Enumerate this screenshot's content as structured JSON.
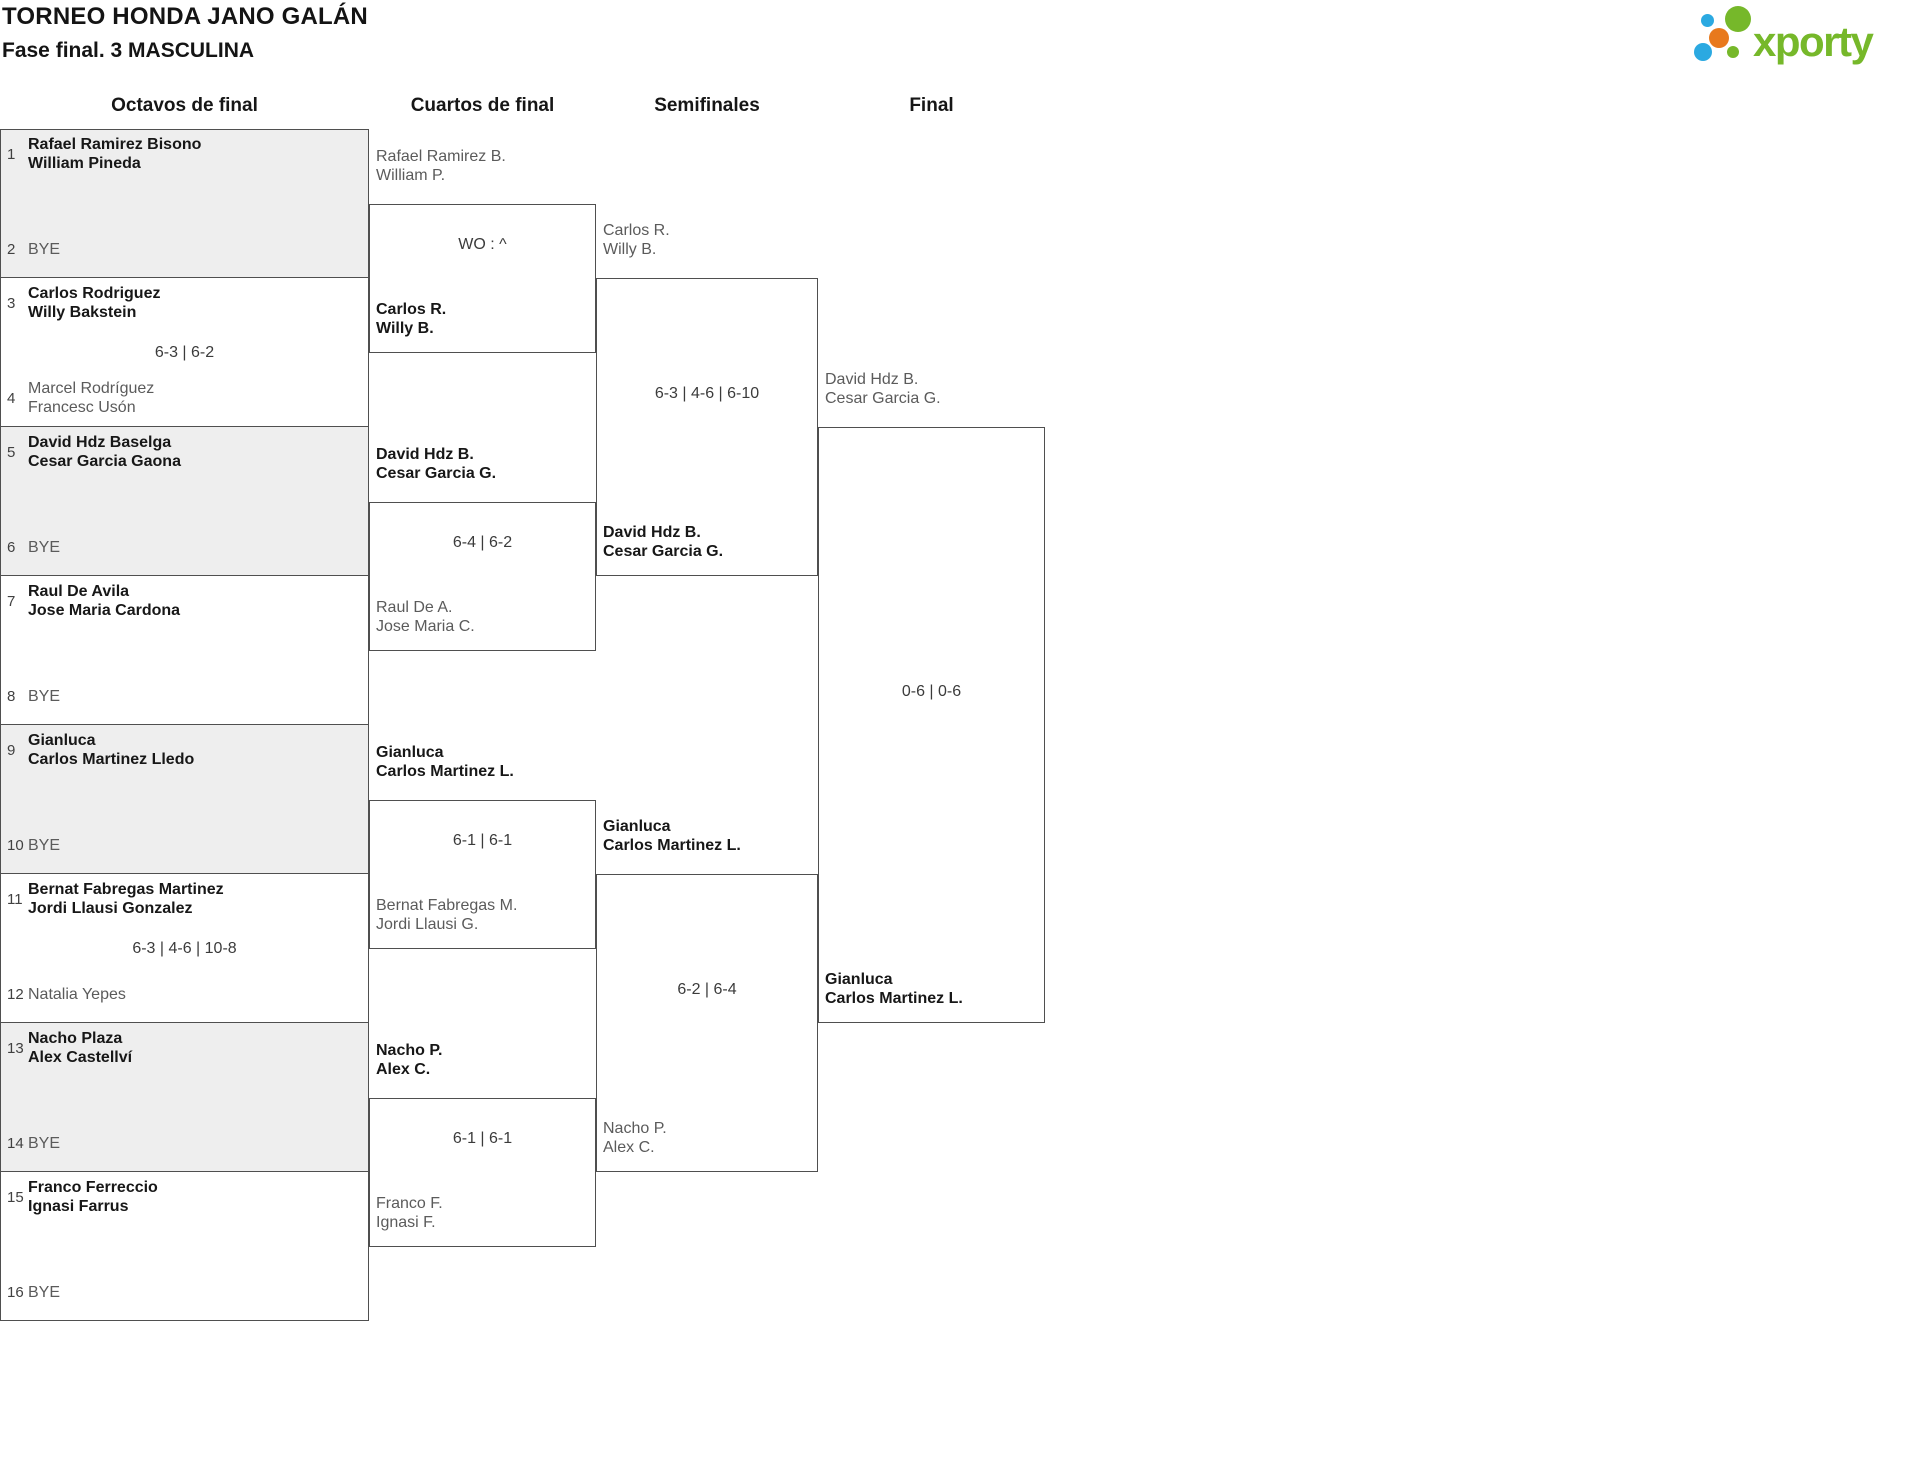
{
  "header": {
    "title": "TORNEO HONDA JANO GALÁN",
    "subtitle": "Fase final. 3 MASCULINA"
  },
  "logo": {
    "text": "xporty",
    "colors": {
      "green": "#76b82a",
      "blue": "#2ba9e1",
      "orange": "#e8791d"
    }
  },
  "rounds": {
    "headers": [
      "Octavos de final",
      "Cuartos de final",
      "Semifinales",
      "Final"
    ]
  },
  "octavos": [
    {
      "top_seed": "1",
      "top": {
        "line1": "Rafael Ramirez Bisono",
        "line2": "William Pineda"
      },
      "bottom_seed": "2",
      "bottom": {
        "line1": "BYE"
      },
      "score": "",
      "winner": "top"
    },
    {
      "top_seed": "3",
      "top": {
        "line1": "Carlos Rodriguez",
        "line2": "Willy Bakstein"
      },
      "bottom_seed": "4",
      "bottom": {
        "line1": "Marcel Rodríguez",
        "line2": "Francesc Usón"
      },
      "score": "6-3 | 6-2",
      "winner": "top"
    },
    {
      "top_seed": "5",
      "top": {
        "line1": "David Hdz Baselga",
        "line2": "Cesar Garcia Gaona"
      },
      "bottom_seed": "6",
      "bottom": {
        "line1": "BYE"
      },
      "score": "",
      "winner": "top"
    },
    {
      "top_seed": "7",
      "top": {
        "line1": "Raul De Avila",
        "line2": "Jose Maria Cardona"
      },
      "bottom_seed": "8",
      "bottom": {
        "line1": "BYE"
      },
      "score": "",
      "winner": "top"
    },
    {
      "top_seed": "9",
      "top": {
        "line1": "Gianluca",
        "line2": "Carlos Martinez Lledo"
      },
      "bottom_seed": "10",
      "bottom": {
        "line1": "BYE"
      },
      "score": "",
      "winner": "top"
    },
    {
      "top_seed": "11",
      "top": {
        "line1": "Bernat Fabregas Martinez",
        "line2": "Jordi Llausi Gonzalez"
      },
      "bottom_seed": "12",
      "bottom": {
        "line1": "Natalia Yepes"
      },
      "score": "6-3 | 4-6 | 10-8",
      "winner": "top"
    },
    {
      "top_seed": "13",
      "top": {
        "line1": "Nacho Plaza",
        "line2": "Alex Castellví"
      },
      "bottom_seed": "14",
      "bottom": {
        "line1": "BYE"
      },
      "score": "",
      "winner": "top"
    },
    {
      "top_seed": "15",
      "top": {
        "line1": "Franco Ferreccio",
        "line2": "Ignasi Farrus"
      },
      "bottom_seed": "16",
      "bottom": {
        "line1": "BYE"
      },
      "score": "",
      "winner": "top"
    }
  ],
  "cuartos": [
    {
      "top": {
        "line1": "Rafael Ramirez B.",
        "line2": "William P."
      },
      "bottom": {
        "line1": "Carlos R.",
        "line2": "Willy B."
      },
      "score": "WO : ^",
      "winner": "bottom"
    },
    {
      "top": {
        "line1": "David Hdz B.",
        "line2": "Cesar Garcia G."
      },
      "bottom": {
        "line1": "Raul De A.",
        "line2": "Jose Maria C."
      },
      "score": "6-4 | 6-2",
      "winner": "top"
    },
    {
      "top": {
        "line1": "Gianluca",
        "line2": "Carlos Martinez L."
      },
      "bottom": {
        "line1": "Bernat Fabregas M.",
        "line2": "Jordi Llausi G."
      },
      "score": "6-1 | 6-1",
      "winner": "top"
    },
    {
      "top": {
        "line1": "Nacho P.",
        "line2": "Alex C."
      },
      "bottom": {
        "line1": "Franco F.",
        "line2": "Ignasi F."
      },
      "score": "6-1 | 6-1",
      "winner": "top"
    }
  ],
  "semifinales": [
    {
      "top": {
        "line1": "Carlos R.",
        "line2": "Willy B."
      },
      "bottom": {
        "line1": "David Hdz B.",
        "line2": "Cesar Garcia G."
      },
      "score": "6-3 | 4-6 | 6-10",
      "winner": "bottom"
    },
    {
      "top": {
        "line1": "Gianluca",
        "line2": "Carlos Martinez L."
      },
      "bottom": {
        "line1": "Nacho P.",
        "line2": "Alex C."
      },
      "score": "6-2 | 6-4",
      "winner": "top"
    }
  ],
  "final": {
    "top": {
      "line1": "David Hdz B.",
      "line2": "Cesar Garcia G."
    },
    "bottom": {
      "line1": "Gianluca",
      "line2": "Carlos Martinez L."
    },
    "score": "0-6 | 0-6",
    "winner": "bottom"
  }
}
